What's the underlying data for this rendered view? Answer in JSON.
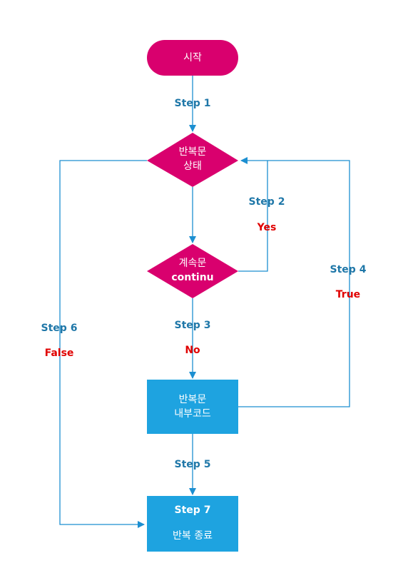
{
  "colors": {
    "terminal": "#d9006e",
    "decision": "#d9006e",
    "process": "#1ea3e0",
    "line": "#1c8fd1",
    "step_text": "#1f77a8",
    "condition_text": "#e00000"
  },
  "nodes": {
    "start": {
      "text": "시작"
    },
    "loop_condition": {
      "line1": "반복문",
      "line2": "상태"
    },
    "continue_check": {
      "line1": "계속문",
      "line2": "continu"
    },
    "loop_body": {
      "line1": "반복문",
      "line2": "내부코드"
    },
    "loop_end": {
      "line1": "Step 7",
      "line2": "반복 종료"
    }
  },
  "edges": {
    "step1": {
      "step": "Step 1"
    },
    "step2": {
      "step": "Step 2",
      "condition": "Yes"
    },
    "step3": {
      "step": "Step 3",
      "condition": "No"
    },
    "step4": {
      "step": "Step 4",
      "condition": "True"
    },
    "step5": {
      "step": "Step 5"
    },
    "step6": {
      "step": "Step 6",
      "condition": "False"
    }
  }
}
